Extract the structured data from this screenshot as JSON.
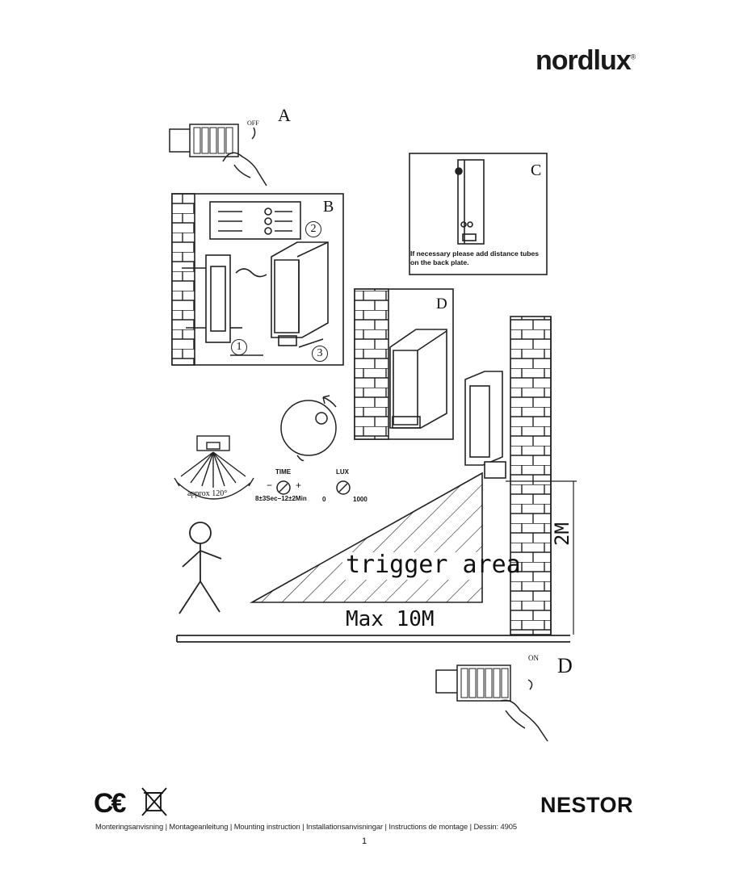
{
  "brand": {
    "name": "nordlux",
    "mark": "®"
  },
  "steps": {
    "a_label": "A",
    "a_switch": "OFF",
    "b_label": "B",
    "b_num1": "1",
    "b_num2": "2",
    "b_num3": "3",
    "c_label": "C",
    "c_note_1": "If necessary please add distance tubes",
    "c_note_2": "on the back plate.",
    "d_label": "D",
    "d2_label": "D",
    "d_switch": "ON"
  },
  "sensor": {
    "angle": "approx 120°",
    "time_label": "TIME",
    "time_minus": "−",
    "time_plus": "+",
    "time_range": "8±3Sec−12±2Min",
    "lux_label": "LUX",
    "lux_min": "0",
    "lux_max": "1000"
  },
  "detection": {
    "trigger": "trigger area",
    "max_distance": "Max 10M",
    "height": "2M"
  },
  "product": {
    "name": "NESTOR"
  },
  "footer": {
    "text": "Monteringsanvisning | Montageanleitung | Mounting instruction | Installationsanvisningar | Instructions de montage | Dessin: 4905",
    "page": "1"
  }
}
